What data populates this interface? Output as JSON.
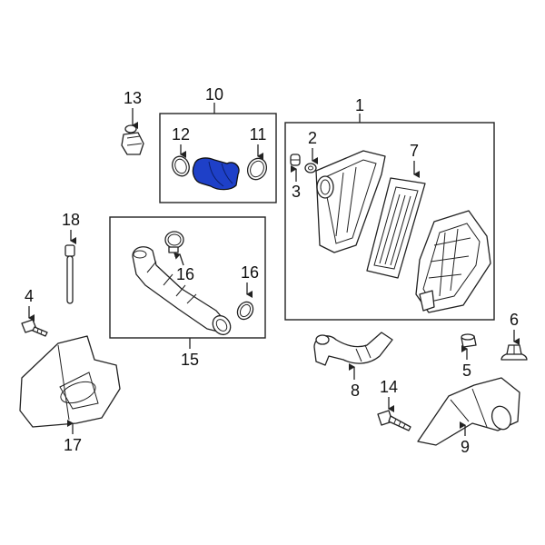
{
  "diagram": {
    "highlight_color": "#1e40c8",
    "line_color": "#222222",
    "callouts": {
      "c1": "1",
      "c2": "2",
      "c3": "3",
      "c4": "4",
      "c5": "5",
      "c6": "6",
      "c7": "7",
      "c8": "8",
      "c9": "9",
      "c10": "10",
      "c11": "11",
      "c12": "12",
      "c13": "13",
      "c14": "14",
      "c15": "15",
      "c16a": "16",
      "c16b": "16",
      "c17": "17",
      "c18": "18"
    }
  }
}
